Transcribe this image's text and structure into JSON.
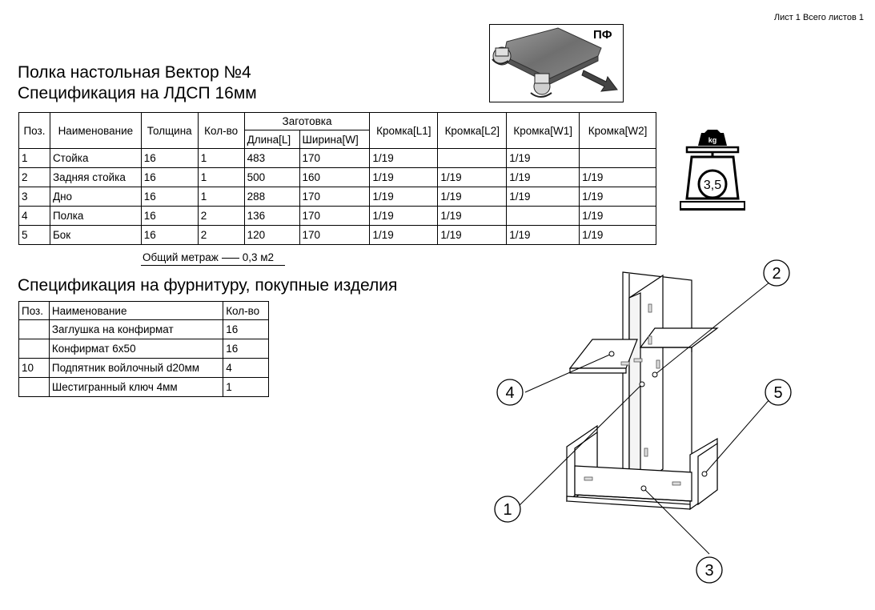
{
  "sheet_label": "Лист 1 Всего листов 1",
  "title_line1": "Полка настольная Вектор №4",
  "title_line2": "Спецификация на ЛДСП 16мм",
  "ldsp_table": {
    "headers": {
      "pos": "Поз.",
      "name": "Наименование",
      "thickness": "Толщина",
      "qty": "Кол-во",
      "blank": "Заготовка",
      "length": "Длина[L]",
      "width": "Ширина[W]",
      "edge_l1": "Кромка[L1]",
      "edge_l2": "Кромка[L2]",
      "edge_w1": "Кромка[W1]",
      "edge_w2": "Кромка[W2]"
    },
    "rows": [
      {
        "pos": "1",
        "name": "Стойка",
        "thickness": "16",
        "qty": "1",
        "length": "483",
        "width": "170",
        "l1": "1/19",
        "l2": "",
        "w1": "1/19",
        "w2": ""
      },
      {
        "pos": "2",
        "name": "Задняя стойка",
        "thickness": "16",
        "qty": "1",
        "length": "500",
        "width": "160",
        "l1": "1/19",
        "l2": "1/19",
        "w1": "1/19",
        "w2": "1/19"
      },
      {
        "pos": "3",
        "name": "Дно",
        "thickness": "16",
        "qty": "1",
        "length": "288",
        "width": "170",
        "l1": "1/19",
        "l2": "1/19",
        "w1": "1/19",
        "w2": "1/19"
      },
      {
        "pos": "4",
        "name": "Полка",
        "thickness": "16",
        "qty": "2",
        "length": "136",
        "width": "170",
        "l1": "1/19",
        "l2": "1/19",
        "w1": "",
        "w2": "1/19"
      },
      {
        "pos": "5",
        "name": "Бок",
        "thickness": "16",
        "qty": "2",
        "length": "120",
        "width": "170",
        "l1": "1/19",
        "l2": "1/19",
        "w1": "1/19",
        "w2": "1/19"
      }
    ]
  },
  "total_label": "Общий метраж",
  "total_value": "0,3 м2",
  "hardware_title": "Спецификация на фурнитуру, покупные изделия",
  "hardware_table": {
    "headers": {
      "pos": "Поз.",
      "name": "Наименование",
      "qty": "Кол-во"
    },
    "rows": [
      {
        "pos": "",
        "name": "Заглушка на конфирмат",
        "qty": "16"
      },
      {
        "pos": "",
        "name": "Конфирмат 6х50",
        "qty": "16"
      },
      {
        "pos": "10",
        "name": "Подпятник войлочный d20мм",
        "qty": "4"
      },
      {
        "pos": "",
        "name": "Шестигранный ключ 4мм",
        "qty": "1"
      }
    ]
  },
  "pf_label": "ПФ",
  "weight_unit": "kg",
  "weight_value": "3,5",
  "callouts": [
    "1",
    "2",
    "3",
    "4",
    "5"
  ]
}
